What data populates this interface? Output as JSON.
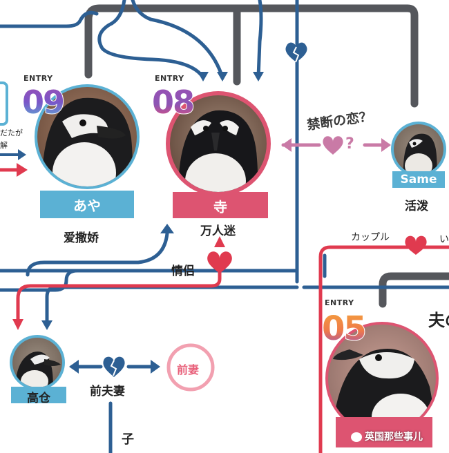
{
  "penguins": [
    {
      "entry_label": "ENTRY",
      "number": "09",
      "name": "あや",
      "trait": "爱撒娇"
    },
    {
      "entry_label": "ENTRY",
      "number": "08",
      "name": "寺",
      "trait": "万人迷"
    },
    {
      "entry_label": "",
      "number": "",
      "name": "Same",
      "trait": "活泼"
    },
    {
      "entry_label": "",
      "number": "",
      "name": "高仓",
      "trait": ""
    },
    {
      "entry_label": "ENTRY",
      "number": "05",
      "name": "",
      "trait": ""
    }
  ],
  "labels": {
    "forbidden_love": "禁断の恋？",
    "lovers": "情侣",
    "ex_spouses": "前夫妻",
    "ex_wife": "前妻",
    "couple": "カップル",
    "child": "子",
    "husband_partial": "夫の",
    "left_snippet_1": "だたが",
    "left_snippet_2": "解",
    "right_snippet": "い",
    "question_mark": "?",
    "watermark": "英国那些事儿"
  },
  "colors": {
    "blue": "#2d5f93",
    "red": "#e03a4f",
    "pink": "#dd5471",
    "gray": "#55575c",
    "teal": "#5bb1d4",
    "purple": "#b67cc0"
  }
}
